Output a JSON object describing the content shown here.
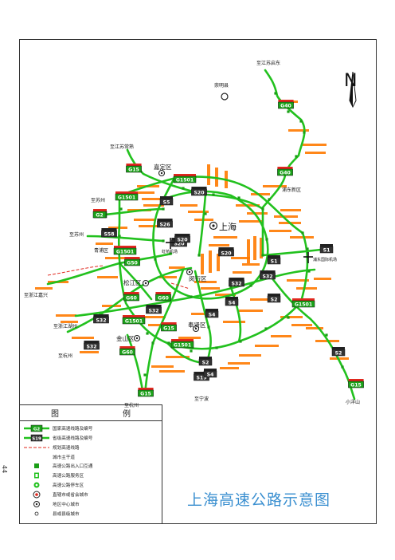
{
  "title": "上海高速公路示意图",
  "page_number": "44",
  "north_label": "N",
  "city": "上海",
  "districts": [
    {
      "id": "jiading",
      "label": "嘉定区"
    },
    {
      "id": "minhang",
      "label": "闵行区"
    },
    {
      "id": "songjiang",
      "label": "松江区"
    },
    {
      "id": "fengxian",
      "label": "奉贤区"
    },
    {
      "id": "jinshan",
      "label": "金山区"
    }
  ],
  "counties": [
    {
      "id": "chongming",
      "label": "崇明县"
    }
  ],
  "places": [
    {
      "id": "jiangsu-qidong",
      "label": "至江苏启东"
    },
    {
      "id": "jiangsu-changshu",
      "label": "至江苏常熟"
    },
    {
      "id": "suzhou-1",
      "label": "至苏州"
    },
    {
      "id": "suzhou-2",
      "label": "至苏州"
    },
    {
      "id": "qingpu",
      "label": "青浦区"
    },
    {
      "id": "zhejiang-jiaxing",
      "label": "至浙江嘉兴"
    },
    {
      "id": "zhejiang-huzhou",
      "label": "至浙江湖州"
    },
    {
      "id": "hangzhou-1",
      "label": "至杭州"
    },
    {
      "id": "hangzhou-2",
      "label": "至杭州"
    },
    {
      "id": "ningbo",
      "label": "至宁波"
    },
    {
      "id": "pudong",
      "label": "浦东新区"
    },
    {
      "id": "yangshan",
      "label": "小洋山"
    }
  ],
  "airports": [
    {
      "id": "hongqiao",
      "label": "虹桥机场"
    },
    {
      "id": "pudong-airport",
      "label": "浦东国际机场"
    }
  ],
  "route_shields": [
    {
      "code": "G40"
    },
    {
      "code": "G40"
    },
    {
      "code": "G15"
    },
    {
      "code": "S5"
    },
    {
      "code": "G1501"
    },
    {
      "code": "S20"
    },
    {
      "code": "G1501"
    },
    {
      "code": "G2"
    },
    {
      "code": "S26"
    },
    {
      "code": "G2"
    },
    {
      "code": "S58"
    },
    {
      "code": "S20"
    },
    {
      "code": "S20"
    },
    {
      "code": "G1501"
    },
    {
      "code": "G50"
    },
    {
      "code": "S20"
    },
    {
      "code": "G60"
    },
    {
      "code": "S1"
    },
    {
      "code": "S32"
    },
    {
      "code": "S32"
    },
    {
      "code": "S1"
    },
    {
      "code": "S2"
    },
    {
      "code": "G1501"
    },
    {
      "code": "S4"
    },
    {
      "code": "G60"
    },
    {
      "code": "S32"
    },
    {
      "code": "S32"
    },
    {
      "code": "G1501"
    },
    {
      "code": "S4"
    },
    {
      "code": "G15"
    },
    {
      "code": "S2"
    },
    {
      "code": "G1501"
    },
    {
      "code": "S32"
    },
    {
      "code": "G60"
    },
    {
      "code": "S19"
    },
    {
      "code": "S4"
    },
    {
      "code": "G15"
    },
    {
      "code": "S2"
    },
    {
      "code": "G15"
    }
  ],
  "legend": {
    "title_left": "图",
    "title_right": "例",
    "items": [
      {
        "label": "国家高速线路及编号",
        "shield": "G2"
      },
      {
        "label": "省级高速线路及编号",
        "shield": "S19"
      },
      {
        "label": "规划高速线路"
      },
      {
        "label": "城市主干道"
      },
      {
        "label": "高速公路出入口互通"
      },
      {
        "label": "高速公路服务区"
      },
      {
        "label": "高速公路停车区"
      },
      {
        "label": "直辖市或省会城市"
      },
      {
        "label": "地区中心城市"
      },
      {
        "label": "县或县级城市"
      }
    ]
  },
  "colors": {
    "expressway": "#22c11e",
    "interchange_label": "#ff7a00",
    "planned": "#e0281e",
    "shield_national": "#1aa218",
    "shield_provincial": "#333333",
    "title": "#3a8fd0"
  }
}
